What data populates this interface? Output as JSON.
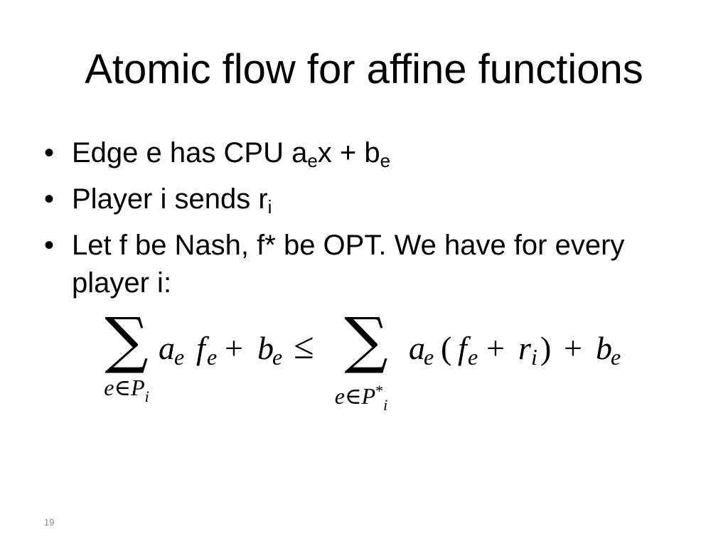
{
  "slide": {
    "title": "Atomic flow for affine functions",
    "bullet_symbol": "•",
    "bullets": [
      {
        "text_1": "Edge e has CPU a",
        "sub_1": "e",
        "text_2": "x + b",
        "sub_2": "e"
      },
      {
        "text_1": "Player i sends r",
        "sub_1": "i"
      },
      {
        "text_1": "Let f be Nash, f* be OPT. We have for every player i:"
      }
    ],
    "page_number": "19"
  },
  "formula": {
    "lhs": {
      "sum_symbol": "∑",
      "limit": "e∈P",
      "limit_sub": "i",
      "terms": [
        {
          "base": "a",
          "sub": "e"
        },
        {
          "base": "f",
          "sub": "e"
        },
        {
          "op": "+"
        },
        {
          "base": "b",
          "sub": "e"
        }
      ]
    },
    "relation": "≤",
    "rhs": {
      "sum_symbol": "∑",
      "limit": "e∈P",
      "limit_sup": "*",
      "limit_sub": "i",
      "terms": [
        {
          "base": "a",
          "sub": "e"
        },
        {
          "op": "("
        },
        {
          "base": "f",
          "sub": "e"
        },
        {
          "op": "+"
        },
        {
          "base": "r",
          "sub": "i"
        },
        {
          "op": ")"
        },
        {
          "op": "+"
        },
        {
          "base": "b",
          "sub": "e"
        }
      ]
    }
  },
  "colors": {
    "background": "#ffffff",
    "text": "#000000",
    "page_number": "#8c8c8c"
  }
}
